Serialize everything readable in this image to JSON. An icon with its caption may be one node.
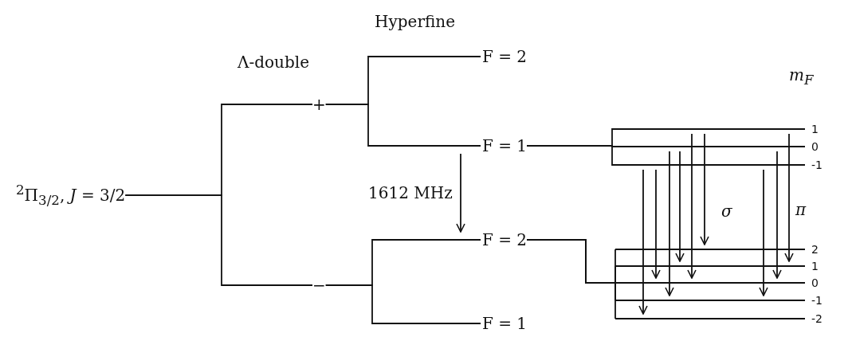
{
  "diagram": {
    "nodes": [
      {
        "text": [
          "$^{2}$Π$_{3/2}$,  *J* = 3/2"
        ]
      },
      {
        "text": [
          "+"
        ]
      },
      {
        "text": [
          "−"
        ]
      },
      {
        "text": [
          "F = 2"
        ]
      },
      {
        "text": [
          "F = 1"
        ]
      },
      {
        "text": [
          "F = 2"
        ]
      },
      {
        "text": [
          "F = 1"
        ]
      },
      {
        "text": [
          "1"
        ]
      },
      {
        "text": [
          "0"
        ]
      },
      {
        "text": [
          "-1"
        ]
      },
      {
        "text": [
          "2"
        ]
      },
      {
        "text": [
          "1"
        ]
      },
      {
        "text": [
          "0"
        ]
      },
      {
        "text": [
          "-1"
        ]
      },
      {
        "text": [
          "-2"
        ]
      }
    ],
    "edges": [
      {
        "from": 0,
        "to": 1,
        "arrow": "none"
      },
      {
        "from": 0,
        "to": 2,
        "arrow": "none"
      },
      {
        "from": 1,
        "to": 3,
        "arrow": "none"
      },
      {
        "from": 1,
        "to": 4,
        "arrow": "none"
      },
      {
        "from": 2,
        "to": 5,
        "arrow": "none"
      },
      {
        "from": 2,
        "to": 6,
        "arrow": "none"
      },
      {
        "from": 4,
        "to": 5,
        "arrow": "to",
        "label": "1612 MHz"
      },
      {
        "from": 4,
        "to": 7,
        "arrow": "none"
      },
      {
        "from": 4,
        "to": 8,
        "arrow": "none"
      },
      {
        "from": 4,
        "to": 9,
        "arrow": "none"
      },
      {
        "from": 5,
        "to": 10,
        "arrow": "none"
      },
      {
        "from": 5,
        "to": 11,
        "arrow": "none"
      },
      {
        "from": 5,
        "to": 12,
        "arrow": "none"
      },
      {
        "from": 5,
        "to": 13,
        "arrow": "none"
      },
      {
        "from": 5,
        "to": 14,
        "arrow": "none"
      },
      {
        "from": 9,
        "to": 14,
        "arrow": "to"
      },
      {
        "from": 9,
        "to": 12,
        "arrow": "to"
      },
      {
        "from": 8,
        "to": 13,
        "arrow": "to"
      },
      {
        "from": 8,
        "to": 11,
        "arrow": "to"
      },
      {
        "from": 7,
        "to": 12,
        "arrow": "to"
      },
      {
        "from": 7,
        "to": 10,
        "arrow": "to"
      },
      {
        "from": 9,
        "to": 13,
        "arrow": "to"
      },
      {
        "from": 8,
        "to": 12,
        "arrow": "to"
      },
      {
        "from": 7,
        "to": 11,
        "arrow": "to"
      }
    ],
    "labels": [
      "Hyperfine",
      "Λ-double",
      "m$_{F}$",
      "σ",
      "π"
    ]
  }
}
